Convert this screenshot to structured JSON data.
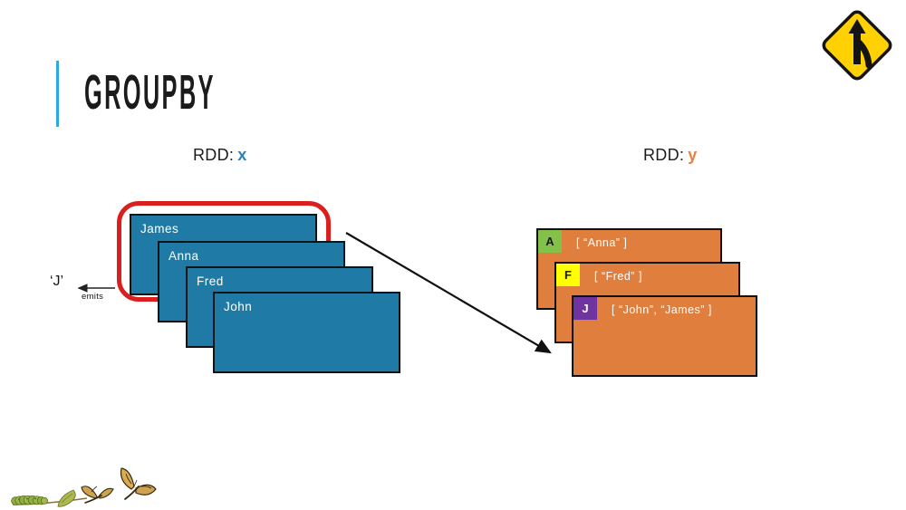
{
  "slide": {
    "title": "GROUPBY",
    "accent_color": "#2BA9E1",
    "background": "#FFFFFF"
  },
  "rdd_x": {
    "prefix": "RDD:",
    "var": "x",
    "var_color": "#2A80B9",
    "card_color": "#1F7BA5",
    "cards": [
      "James",
      "Anna",
      "Fred",
      "John"
    ],
    "highlight": {
      "target": "James",
      "color": "#DB1E1E"
    }
  },
  "emits": {
    "key": "‘J’",
    "label": "emits"
  },
  "rdd_y": {
    "prefix": "RDD:",
    "var": "y",
    "var_color": "#E8813C",
    "card_color": "#E07E3E",
    "cards": [
      {
        "key": "A",
        "key_bg": "#82C14A",
        "key_fg": "#1A1A1A",
        "value": "[ “Anna” ]"
      },
      {
        "key": "F",
        "key_bg": "#FFFF00",
        "key_fg": "#1A1A1A",
        "value": "[ “Fred” ]"
      },
      {
        "key": "J",
        "key_bg": "#7034A0",
        "key_fg": "#FFFFFF",
        "value": "[ “John”, “James” ]"
      }
    ]
  },
  "icons": {
    "merge_sign": "merge-road-sign",
    "merge_sign_color": "#FFD103",
    "metamorphosis": "caterpillar-chrysalis-butterflies",
    "shuffle_arrow": "arrow-down-right",
    "emits_arrow": "arrow-left"
  }
}
